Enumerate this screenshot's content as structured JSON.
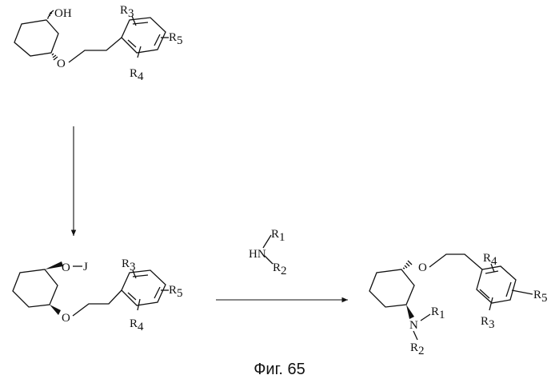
{
  "scheme": {
    "compound_1": {
      "hydroxyl": "OH",
      "ether_o": "O",
      "r3": "R",
      "r3_sub": "3",
      "r4": "R",
      "r4_sub": "4",
      "r5": "R",
      "r5_sub": "5"
    },
    "compound_2": {
      "oj_o": "O",
      "oj_j": "J",
      "ether_o": "O",
      "r3": "R",
      "r3_sub": "3",
      "r4": "R",
      "r4_sub": "4",
      "r5": "R",
      "r5_sub": "5"
    },
    "reagent": {
      "hn": "HN",
      "r1": "R",
      "r1_sub": "1",
      "r2": "R",
      "r2_sub": "2"
    },
    "compound_3": {
      "ether_o": "O",
      "n": "N",
      "r1": "R",
      "r1_sub": "1",
      "r2": "R",
      "r2_sub": "2",
      "r3": "R",
      "r3_sub": "3",
      "r4": "R",
      "r4_sub": "4",
      "r5": "R",
      "r5_sub": "5"
    }
  },
  "caption": "Фиг. 65"
}
